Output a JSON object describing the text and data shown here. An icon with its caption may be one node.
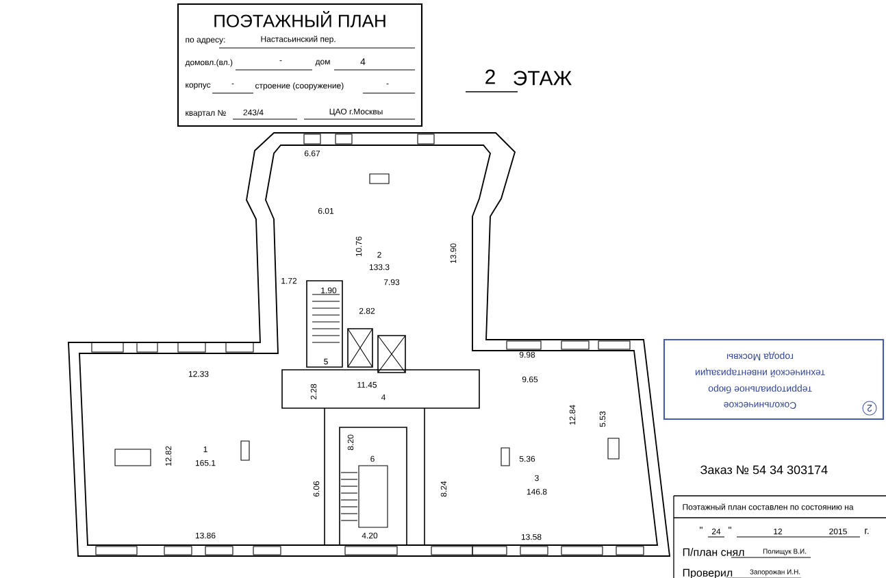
{
  "diagram": {
    "title": "ПОЭТАЖНЫЙ ПЛАН",
    "labels": [
      "по адресу:",
      "Настасьинский пер.",
      "домовл.(вл.)",
      "-",
      "дом",
      "4",
      "корпус",
      "-",
      "строение (сооружение)",
      "-",
      "квартал №",
      "243/4",
      "ЦАО г.Москвы",
      "2",
      "ЭТАЖ",
      "6.67",
      "6.01",
      "10.76",
      "2",
      "133.3",
      "13.90",
      "1.72",
      "7.93",
      "1.90",
      "2.82",
      "5",
      "12.33",
      "11.45",
      "4",
      "2.28",
      "9.98",
      "9.65",
      "12.84",
      "5.53",
      "12.82",
      "1",
      "165.1",
      "8.20",
      "6",
      "5.36",
      "3",
      "146.8",
      "6.06",
      "8.24",
      "13.86",
      "4.20",
      "13.58",
      "Заказ № 54 34 303174",
      "Поэтажный план составлен по состоянию на",
      "\"",
      "24",
      "\"",
      "12",
      "2015",
      "г.",
      "П/план снял",
      "Полищук В.И.",
      "Проверил",
      "Запорожан И.Н.",
      "Сокольническое",
      "территориальное бюро",
      "технической инвентаризации",
      "города Москвы",
      "2"
    ]
  }
}
